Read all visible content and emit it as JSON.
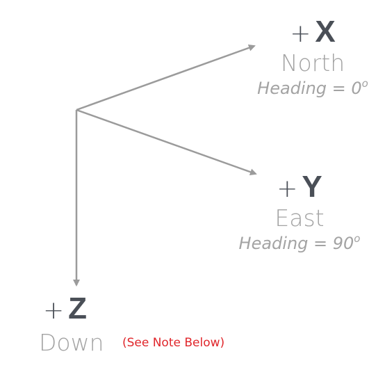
{
  "axes": {
    "x": {
      "sign": "+",
      "letter": "X",
      "direction": "North",
      "heading_text": "Heading = 0",
      "heading_degree": "o"
    },
    "y": {
      "sign": "+",
      "letter": "Y",
      "direction": "East",
      "heading_text": "Heading = 90",
      "heading_degree": "o"
    },
    "z": {
      "sign": "+",
      "letter": "Z",
      "direction": "Down",
      "note": "(See Note Below)"
    }
  },
  "colors": {
    "arrow": "#9b9b9b",
    "letter": "#4a4f57",
    "direction": "#a3a3a3",
    "note": "#e0262b"
  }
}
